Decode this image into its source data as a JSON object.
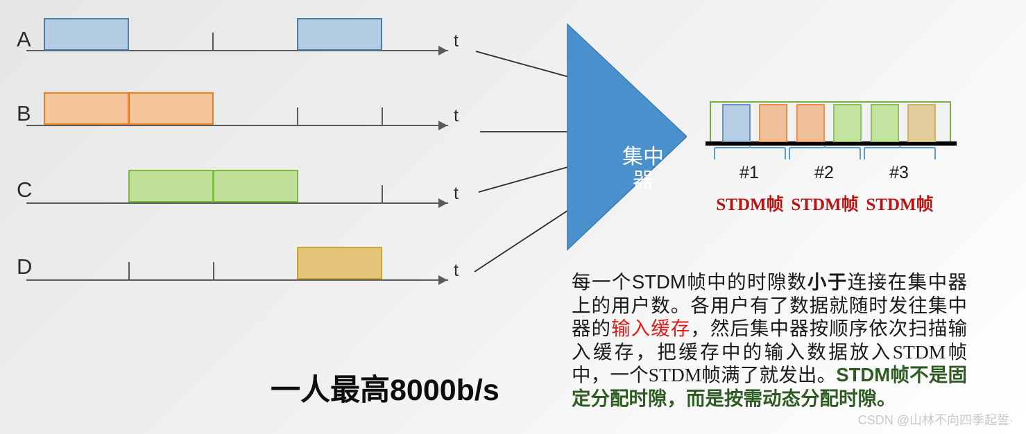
{
  "diagram": {
    "title_caption": "一人最高8000b/s",
    "caption_cjk": "一人最高",
    "caption_latin": "8000b/s",
    "concentrator_label": "集中器",
    "watermark": "CSDN @山林不向四季起誓·",
    "timelines": [
      {
        "label": "A",
        "axis_label": "t",
        "bars": [
          {
            "slot": 0,
            "color": "#b3cce4"
          },
          {
            "slot": 3,
            "color": "#b3cce4"
          }
        ],
        "ticks": [
          2
        ]
      },
      {
        "label": "B",
        "axis_label": "t",
        "bars": [
          {
            "slot": 0,
            "color": "#f4c49a"
          },
          {
            "slot": 1,
            "color": "#f4c49a"
          }
        ],
        "ticks": [
          3,
          4
        ]
      },
      {
        "label": "C",
        "axis_label": "t",
        "bars": [
          {
            "slot": 1,
            "color": "#c2e09a"
          },
          {
            "slot": 2,
            "color": "#c2e09a"
          }
        ],
        "ticks": [
          4
        ]
      },
      {
        "label": "D",
        "axis_label": "t",
        "bars": [
          {
            "slot": 3,
            "color": "#e3c478"
          }
        ],
        "ticks": [
          1,
          2
        ]
      }
    ],
    "stdm_strip": {
      "slots": [
        {
          "color": "#b7cfe6",
          "source": "A"
        },
        {
          "color": "#f0c09a",
          "source": "B"
        },
        {
          "color": "#f0c09a",
          "source": "B"
        },
        {
          "color": "#c5e3a0",
          "source": "C"
        },
        {
          "color": "#c5e3a0",
          "source": "C"
        },
        {
          "color": "#e3cd9d",
          "source": "D"
        }
      ],
      "frames": [
        {
          "number": "#1",
          "caption": "STDM帧"
        },
        {
          "number": "#2",
          "caption": "STDM帧"
        },
        {
          "number": "#3",
          "caption": "STDM帧"
        }
      ]
    },
    "paragraph": {
      "seg1": "每一个STDM帧中的时隙数",
      "seg2_bold": "小于",
      "seg3": "连接在集中器上的用户数。各用户有了数据就随时发往集中器的",
      "seg4_red": "输入缓存",
      "seg5": "，然后集中器按顺序依次扫描输入缓存，把缓存中的输入数据放入STDM帧中，一个STDM帧满了就发出。",
      "seg6_green": "STDM帧不是固定分配时隙，而是按需动态分配时隙。"
    },
    "colors": {
      "concentrator_fill": "#4a90cc",
      "frame_border_green": "#77b03f",
      "caption_red": "#b81414",
      "emphasis_green": "#2d5b22",
      "axis_gray": "#5a5a5a"
    }
  }
}
